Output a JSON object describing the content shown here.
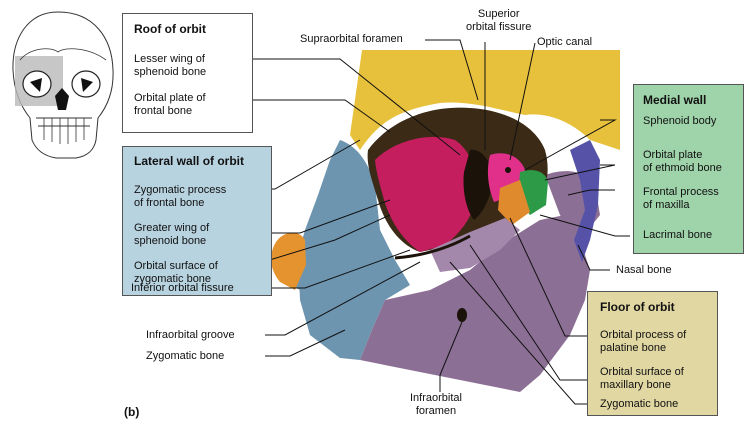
{
  "figure_label": "(b)",
  "boxes": {
    "roof": {
      "title": "Roof of orbit",
      "color": "#ffffff"
    },
    "lateral": {
      "title": "Lateral wall of orbit",
      "color": "#b8d3e0"
    },
    "medial": {
      "title": "Medial wall",
      "color": "#9fd3aa"
    },
    "floor": {
      "title": "Floor of orbit",
      "color": "#e0d7a3"
    }
  },
  "labels": {
    "lesser_wing": [
      "Lesser wing of",
      "sphenoid bone"
    ],
    "orbital_plate_frontal": [
      "Orbital plate of",
      "frontal bone"
    ],
    "zygomatic_process": [
      "Zygomatic process",
      "of frontal bone"
    ],
    "greater_wing": [
      "Greater wing of",
      "sphenoid bone"
    ],
    "orbital_surface_zygomatic": [
      "Orbital surface of",
      "zygomatic bone"
    ],
    "inferior_orbital_fissure": [
      "Inferior orbital fissure"
    ],
    "infraorbital_groove": [
      "Infraorbital groove"
    ],
    "zygomatic_bone_left": [
      "Zygomatic bone"
    ],
    "supraorbital_foramen": [
      "Supraorbital foramen"
    ],
    "superior_orbital_fissure": [
      "Superior",
      "orbital fissure"
    ],
    "optic_canal": [
      "Optic canal"
    ],
    "sphenoid_body": [
      "Sphenoid body"
    ],
    "orbital_plate_ethmoid": [
      "Orbital plate",
      "of ethmoid bone"
    ],
    "frontal_process_maxilla": [
      "Frontal process",
      "of maxilla"
    ],
    "lacrimal_bone": [
      "Lacrimal bone"
    ],
    "nasal_bone": [
      "Nasal bone"
    ],
    "orbital_process_palatine": [
      "Orbital process of",
      "palatine bone"
    ],
    "orbital_surface_maxillary": [
      "Orbital surface of",
      "maxillary bone"
    ],
    "zygomatic_bone_right": [
      "Zygomatic bone"
    ],
    "infraorbital_foramen": [
      "Infraorbital",
      "foramen"
    ]
  },
  "colors": {
    "frontal": "#e8c13c",
    "sphenoid": "#c41e5e",
    "zygomatic": "#6e95b0",
    "maxilla": "#8c6f94",
    "ethmoid": "#2d9a48",
    "lacrimal": "#e08a2e",
    "palatine": "#e4932f",
    "nasal": "#5552a8",
    "cavity": "#3a2a16",
    "pink": "#e0308a"
  }
}
